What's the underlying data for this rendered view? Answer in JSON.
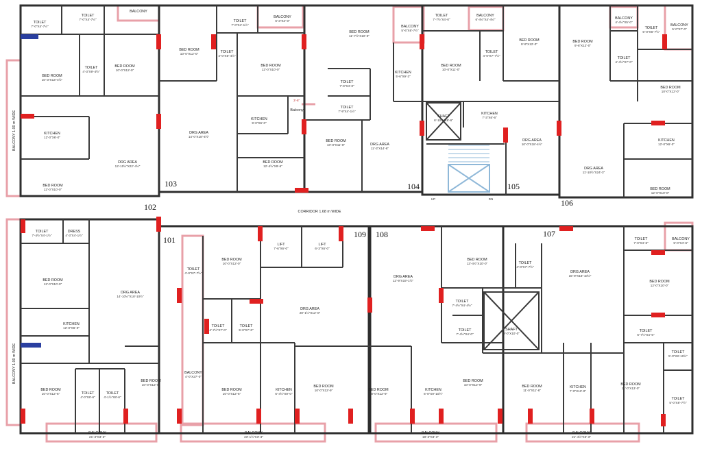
{
  "corridor": "CORRIDOR 1.68 m WIDE",
  "balcony_left_top": "BALCONY 1.00 m WIDE",
  "balcony_left_bottom": "BALCONY 1.00 m WIDE",
  "flats": [
    {
      "id": "f101",
      "label": "101"
    },
    {
      "id": "f102",
      "label": "102"
    },
    {
      "id": "f103",
      "label": "103"
    },
    {
      "id": "f104",
      "label": "104"
    },
    {
      "id": "f105",
      "label": "105"
    },
    {
      "id": "f106",
      "label": "106"
    },
    {
      "id": "f107",
      "label": "107"
    },
    {
      "id": "f108",
      "label": "108"
    },
    {
      "id": "f109",
      "label": "109"
    }
  ],
  "rooms": [
    {
      "name": "TOILET",
      "dim": "7'-0\"X4'-7½\""
    },
    {
      "name": "TOILET",
      "dim": "7'-0\"X4'-7½\""
    },
    {
      "name": "BALCONY",
      "dim": ""
    },
    {
      "name": "TOILET",
      "dim": "7'-0\"X4'-1½\""
    },
    {
      "name": "BALCONY",
      "dim": "6'-3\"X4'-0\""
    },
    {
      "name": "BED ROOM",
      "dim": "10'-0\"X12'-0\""
    },
    {
      "name": "TOILET",
      "dim": "4'-0\"X6'-4½\""
    },
    {
      "name": "BED ROOM",
      "dim": "12'-0\"X10'-0\""
    },
    {
      "name": "BED ROOM",
      "dim": "10'-3\"X13'-4½\""
    },
    {
      "name": "TOILET",
      "dim": "4'-3\"X9'-4½\""
    },
    {
      "name": "BED ROOM",
      "dim": "10'-0\"X12'-0\""
    },
    {
      "name": "KITCHEN",
      "dim": "12'-0\"X6'-0\""
    },
    {
      "name": "DRG AREA",
      "dim": "12'-10½\"X22'-4½\""
    },
    {
      "name": "DRG AREA",
      "dim": "14'-0\"X18'-4½\""
    },
    {
      "name": "KITCHEN",
      "dim": "9'-0\"X6'-0\""
    },
    {
      "name": "Balcony",
      "dim": ""
    },
    {
      "name": "BED ROOM",
      "dim": "12'-4½\"X9'-6\""
    },
    {
      "name": "BED ROOM",
      "dim": "12'-0\"X10'-0\""
    },
    {
      "name": "BED ROOM",
      "dim": "11'-7½\"X10'-0\""
    },
    {
      "name": "BALCONY",
      "dim": "5'-6\"X6'-7½\""
    },
    {
      "name": "TOILET",
      "dim": "7'-7½\"X4'-0\""
    },
    {
      "name": "BALCONY",
      "dim": "6'-4½\"X4'-4½\""
    },
    {
      "name": "BED ROOM",
      "dim": "9'-9\"X12'-0\""
    },
    {
      "name": "BED ROOM",
      "dim": "9'-6\"X12'-0\""
    },
    {
      "name": "BALCONY",
      "dim": "4'-4½\"X5'-0\""
    },
    {
      "name": "TOILET",
      "dim": "5'-0\"X6'-7½\""
    },
    {
      "name": "BALCONY",
      "dim": "5'-0\"X7'-0\""
    },
    {
      "name": "TOILET",
      "dim": "7'-9\"X4'-0\""
    },
    {
      "name": "KITCHEN",
      "dim": "5'-6\"X9'-3\""
    },
    {
      "name": "BED ROOM",
      "dim": "10'-0\"X11'-0\""
    },
    {
      "name": "TOILET",
      "dim": "4'-0\"X7'-7½\""
    },
    {
      "name": "TOILET",
      "dim": "4'-4½\"X7'-0\""
    },
    {
      "name": "BED ROOM",
      "dim": "10'-0\"X12'-0\""
    },
    {
      "name": "TOILET",
      "dim": "7'-9\"X4'-1½\""
    },
    {
      "name": "SHAFT",
      "dim": "6'-10½\"X6'-6\""
    },
    {
      "name": "KITCHEN",
      "dim": "7'-3\"X6'-6\""
    },
    {
      "name": "BED ROOM",
      "dim": "10'-0\"X11'-6\""
    },
    {
      "name": "DRG AREA",
      "dim": "11'-3\"X14'-6\""
    },
    {
      "name": "DRG AREA",
      "dim": "10'-0\"X18'-4½\""
    },
    {
      "name": "KITCHEN",
      "dim": "12'-0\"X6'-0\""
    },
    {
      "name": "DRG AREA",
      "dim": "11'-10½\"X24'-3\""
    },
    {
      "name": "BED ROOM",
      "dim": "12'-0\"X10'-0\""
    },
    {
      "name": "TOILET",
      "dim": "7'-4½\"X4'-1½\""
    },
    {
      "name": "DRESS",
      "dim": "4'-3\"X4'-1½\""
    },
    {
      "name": "BED ROOM",
      "dim": "12'-0\"X10'-0\""
    },
    {
      "name": "KITCHEN",
      "dim": "12'-0\"X6'-0\""
    },
    {
      "name": "DRG AREA",
      "dim": "14'-10½\"X18'-10½\""
    },
    {
      "name": "TOILET",
      "dim": "4'-0\"X7'-7½\""
    },
    {
      "name": "BED ROOM",
      "dim": "10'-0\"X12'-0\""
    },
    {
      "name": "LIFT",
      "dim": "7'-6\"X6'-0\""
    },
    {
      "name": "LIFT",
      "dim": "6'-3\"X6'-0\""
    },
    {
      "name": "DRG AREA",
      "dim": "20'-1½\"X12'-0\""
    },
    {
      "name": "TOILET",
      "dim": "4'-7½\"X7'-0\""
    },
    {
      "name": "TOILET",
      "dim": "5'-0\"X7'-0\""
    },
    {
      "name": "BALCONY",
      "dim": "4'-0\"X27'-0\""
    },
    {
      "name": "DRG AREA",
      "dim": "12'-9\"X19'-1½\""
    },
    {
      "name": "BED ROOM",
      "dim": "13'-4½\"X10'-0\""
    },
    {
      "name": "TOILET",
      "dim": "4'-0\"X7'-7½\""
    },
    {
      "name": "TOILET",
      "dim": "7'-4½\"X4'-4½\""
    },
    {
      "name": "TOILET",
      "dim": "7'-4½\"X4'-0\""
    },
    {
      "name": "SHAFT",
      "dim": "9'-0\"X10'-0\""
    },
    {
      "name": "DRG AREA",
      "dim": "15'-9\"X18'-10½\""
    },
    {
      "name": "TOILET",
      "dim": "7'-0\"X4'-6\""
    },
    {
      "name": "BALCONY",
      "dim": "5'-0\"X4'-6\""
    },
    {
      "name": "BED ROOM",
      "dim": "12'-0\"X10'-0\""
    },
    {
      "name": "TOILET",
      "dim": "6'-7½\"X4'-6\""
    },
    {
      "name": "TOILET",
      "dim": "5'-0\"X8'-10½\""
    },
    {
      "name": "TOILET",
      "dim": "5'-0\"X8'-7½\""
    },
    {
      "name": "BED ROOM",
      "dim": "10'-0\"X12'-6\""
    },
    {
      "name": "TOILET",
      "dim": "4'-0\"X8'-6\""
    },
    {
      "name": "TOILET",
      "dim": "4'-1½\"X8'-6\""
    },
    {
      "name": "BED ROOM",
      "dim": "10'-0\"X12'-6\""
    },
    {
      "name": "BED ROOM",
      "dim": "10'-0\"X12'-6\""
    },
    {
      "name": "KITCHEN",
      "dim": "6'-4½\"X9'-0\""
    },
    {
      "name": "BED ROOM",
      "dim": "10'-0\"X12'-9\""
    },
    {
      "name": "BED ROOM",
      "dim": "10'-0\"X12'-9\""
    },
    {
      "name": "KITCHEN",
      "dim": "6'-0\"X9'-10½\""
    },
    {
      "name": "BED ROOM",
      "dim": "10'-0\"X12'-9\""
    },
    {
      "name": "BED ROOM",
      "dim": "11'-0\"X11'-6\""
    },
    {
      "name": "KITCHEN",
      "dim": "7'-0\"X13'-0\""
    },
    {
      "name": "BED ROOM",
      "dim": "11'-0\"X13'-0\""
    },
    {
      "name": "BALCONY",
      "dim": "21'-3\"X3'-3\""
    },
    {
      "name": "BALCONY",
      "dim": "23'-1½\"X3'-3\""
    },
    {
      "name": "BALCONY",
      "dim": "19'-3\"X3'-3\""
    },
    {
      "name": "BALCONY",
      "dim": "21'-4½\"X3'-3\""
    }
  ],
  "stair": {
    "up": "UP",
    "dn": "DN"
  },
  "small_dim": "3'-6\""
}
